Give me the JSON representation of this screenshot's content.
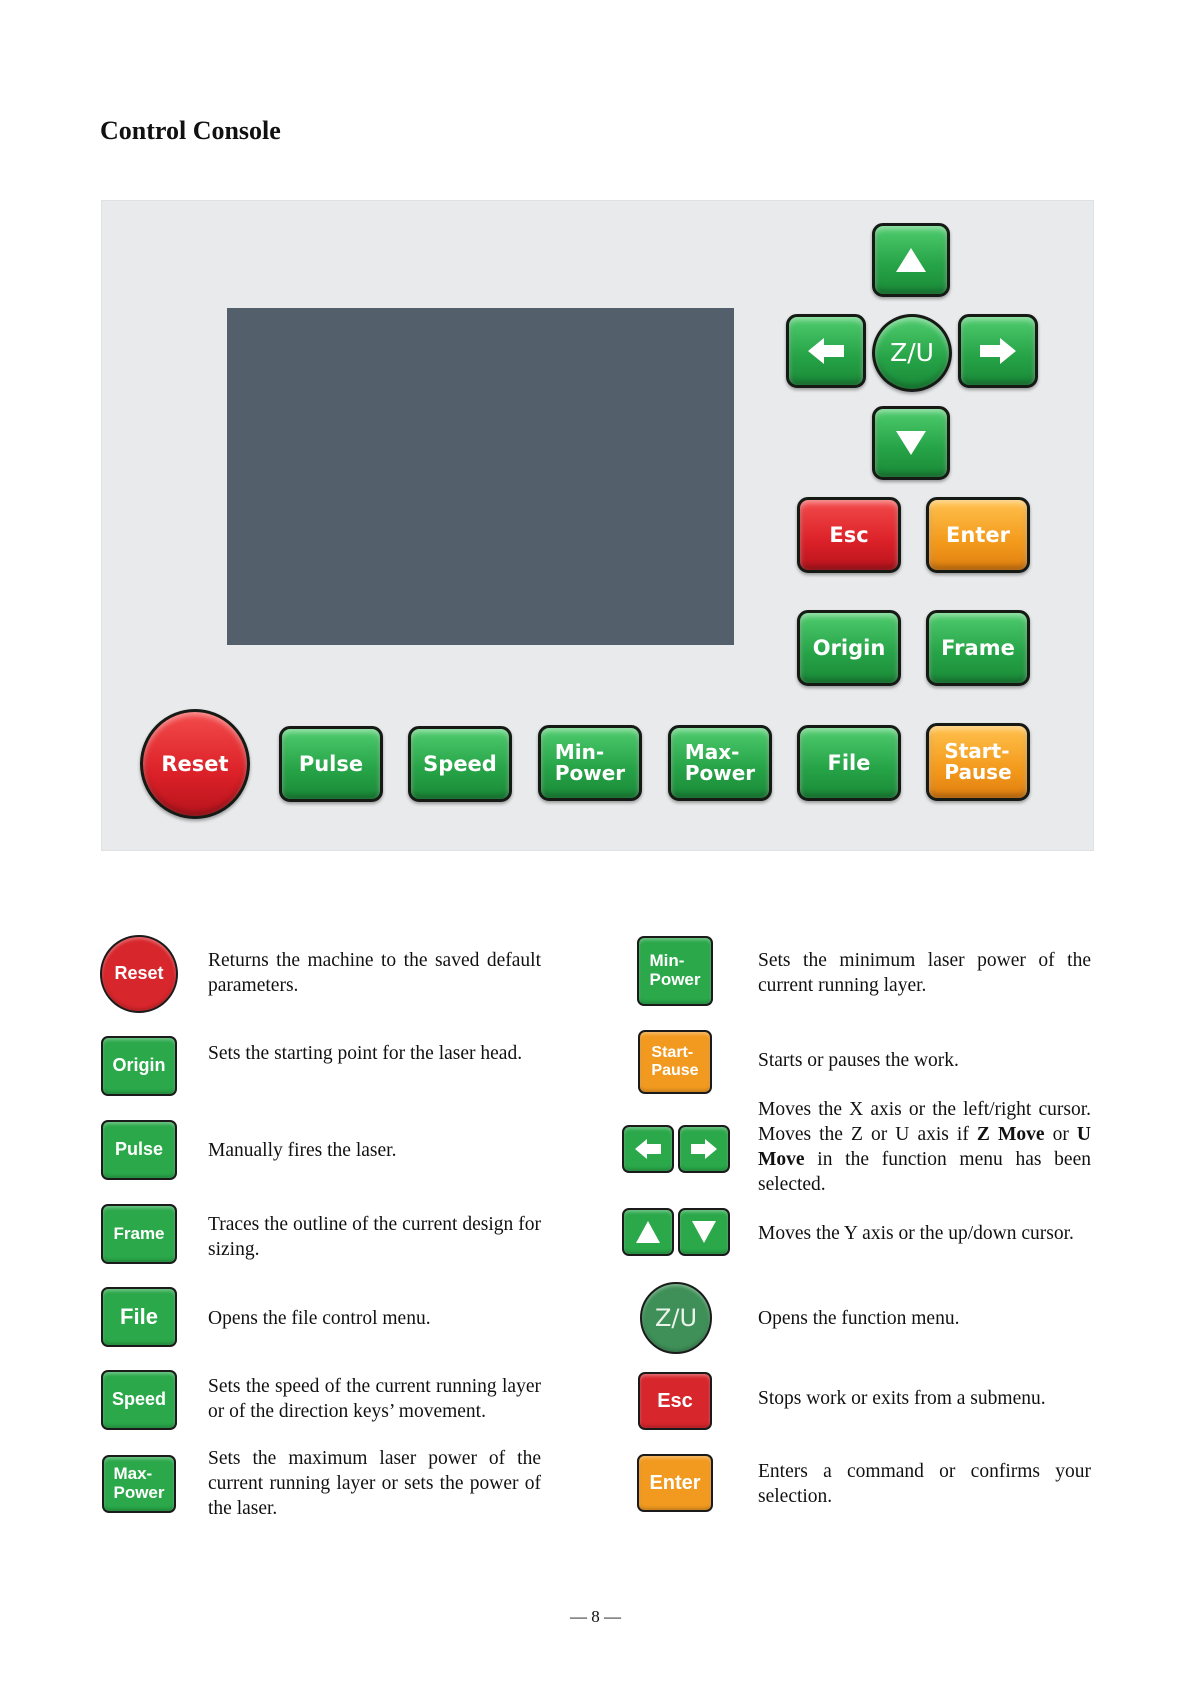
{
  "title": "Control Console",
  "console": {
    "nav": {
      "center": "Z/U",
      "up_icon": "arrow-up-icon",
      "down_icon": "arrow-down-icon",
      "left_icon": "arrow-left-icon",
      "right_icon": "arrow-right-icon"
    },
    "keys": {
      "esc": "Esc",
      "enter": "Enter",
      "origin": "Origin",
      "frame": "Frame",
      "reset": "Reset",
      "pulse": "Pulse",
      "speed": "Speed",
      "min_power": [
        "Min-",
        "Power"
      ],
      "max_power": [
        "Max-",
        "Power"
      ],
      "file": "File",
      "start_pause": [
        "Start-",
        "Pause"
      ]
    },
    "colors": {
      "green": "#27a548",
      "orange": "#f39a1c",
      "red": "#db2028",
      "screen": "#545f6c"
    }
  },
  "legend": {
    "left": [
      {
        "button": "Reset",
        "description": "Returns the machine to the saved default parameters."
      },
      {
        "button": "Origin",
        "description": "Sets the starting point for the laser head."
      },
      {
        "button": "Pulse",
        "description": "Manually fires the laser."
      },
      {
        "button": "Frame",
        "description": "Traces the outline of the current design for sizing."
      },
      {
        "button": "File",
        "description": "Opens the file control menu."
      },
      {
        "button": "Speed",
        "description": "Sets the speed of the current running layer or of the direction keys’ movement."
      },
      {
        "button": [
          "Max-",
          "Power"
        ],
        "description": "Sets the maximum laser power of the current running layer or sets the power of the laser."
      }
    ],
    "right": [
      {
        "button": [
          "Min-",
          "Power"
        ],
        "description": "Sets the minimum laser power of the current running layer."
      },
      {
        "button": [
          "Start-",
          "Pause"
        ],
        "description": "Starts or pauses the work."
      },
      {
        "button": "left-right-arrows",
        "description_parts": [
          "Moves the X axis or the left/right cursor. Moves the Z or U axis if ",
          "Z Move",
          " or ",
          "U Move",
          " in the function menu has been selected."
        ]
      },
      {
        "button": "up-down-arrows",
        "description": "Moves the Y axis or the up/down cursor."
      },
      {
        "button": "Z/U",
        "description": "Opens the function menu."
      },
      {
        "button": "Esc",
        "description": "Stops work or exits from a submenu."
      },
      {
        "button": "Enter",
        "description": "Enters a command or confirms your selection."
      }
    ]
  },
  "page_number": "— 8 —"
}
